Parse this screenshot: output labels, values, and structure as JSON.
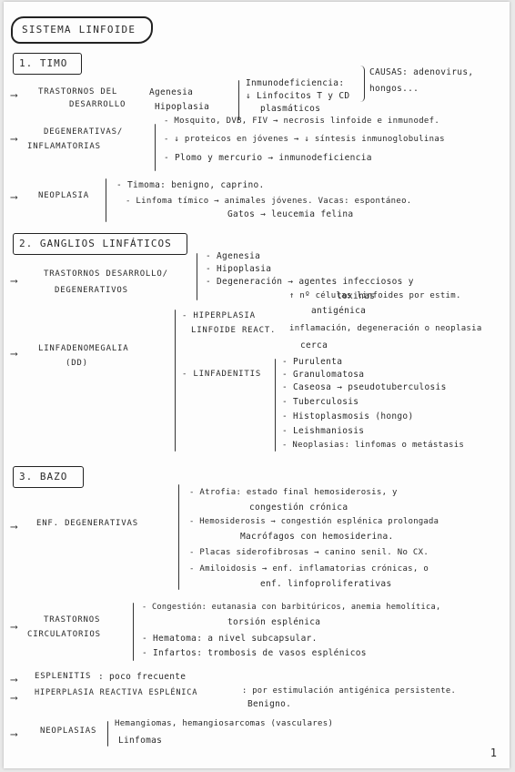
{
  "title": "SISTEMA LINFOIDE",
  "sec1": {
    "heading": "1. TIMO",
    "t1": {
      "label1": "TRASTORNOS DEL",
      "label2": "DESARROLLO",
      "a": "Agenesia",
      "b": "Hipoplasia",
      "c1": "Inmunodeficiencia:",
      "c2": "↓ Linfocitos T y CD",
      "c3": "plasmáticos",
      "d1": "CAUSAS: adenovirus,",
      "d2": "hongos..."
    },
    "t2": {
      "label1": "DEGENERATIVAS/",
      "label2": "INFLAMATORIAS",
      "a": "- Mosquito, DVB, FIV → necrosis linfoide e inmunodef.",
      "b": "- ↓ proteicos en jóvenes → ↓ síntesis inmunoglobulinas",
      "c": "- Plomo y mercurio → inmunodeficiencia"
    },
    "t3": {
      "label": "NEOPLASIA",
      "a": "- Timoma: benigno, caprino.",
      "b": "- Linfoma tímico → animales jóvenes. Vacas: espontáneo.",
      "c": "Gatos → leucemia felina"
    }
  },
  "sec2": {
    "heading": "2. GANGLIOS LINFÁTICOS",
    "t1": {
      "label1": "TRASTORNOS DESARROLLO/",
      "label2": "DEGENERATIVOS",
      "a": "- Agenesia",
      "b": "- Hipoplasia",
      "c1": "- Degeneración → agentes infecciosos y",
      "c2": "toxinas"
    },
    "t2": {
      "label1": "LINFADENOMEGALIA",
      "label2": "(DD)",
      "h1": "- HIPERPLASIA",
      "h2": "LINFOIDE REACT.",
      "ha1": "↑ nº células linfoides por estim.",
      "ha2": "antigénica",
      "hb1": "inflamación, degeneración o neoplasia",
      "hb2": "cerca",
      "l": "- LINFADENITIS",
      "items": [
        "- Purulenta",
        "- Granulomatosa",
        "- Caseosa → pseudotuberculosis",
        "- Tuberculosis",
        "- Histoplasmosis (hongo)",
        "- Leishmaniosis",
        "- Neoplasias: linfomas o metástasis"
      ]
    }
  },
  "sec3": {
    "heading": "3. BAZO",
    "t1": {
      "label": "ENF. DEGENERATIVAS",
      "a1": "- Atrofia: estado final hemosiderosis, y",
      "a2": "congestión crónica",
      "b1": "- Hemosiderosis → congestión esplénica prolongada",
      "b2": "Macrófagos con hemosiderina.",
      "c": "- Placas siderofibrosas → canino senil. No CX.",
      "d1": "- Amiloidosis → enf. inflamatorias crónicas, o",
      "d2": "enf. linfoproliferativas"
    },
    "t2": {
      "label1": "TRASTORNOS",
      "label2": "CIRCULATORIOS",
      "a1": "- Congestión: eutanasia con barbitúricos, anemia hemolítica,",
      "a2": "torsión esplénica",
      "b": "- Hematoma: a nivel subcapsular.",
      "c": "- Infartos: trombosis de vasos esplénicos"
    },
    "t3": {
      "label": "ESPLENITIS",
      "text": ": poco frecuente"
    },
    "t4": {
      "label": "HIPERPLASIA REACTIVA ESPLÉNICA",
      "text1": ": por estimulación antigénica persistente.",
      "text2": "Benigno."
    },
    "t5": {
      "label": "NEOPLASIAS",
      "a": "Hemangiomas, hemangiosarcomas (vasculares)",
      "b": "Linfomas"
    }
  },
  "page_number": "1"
}
